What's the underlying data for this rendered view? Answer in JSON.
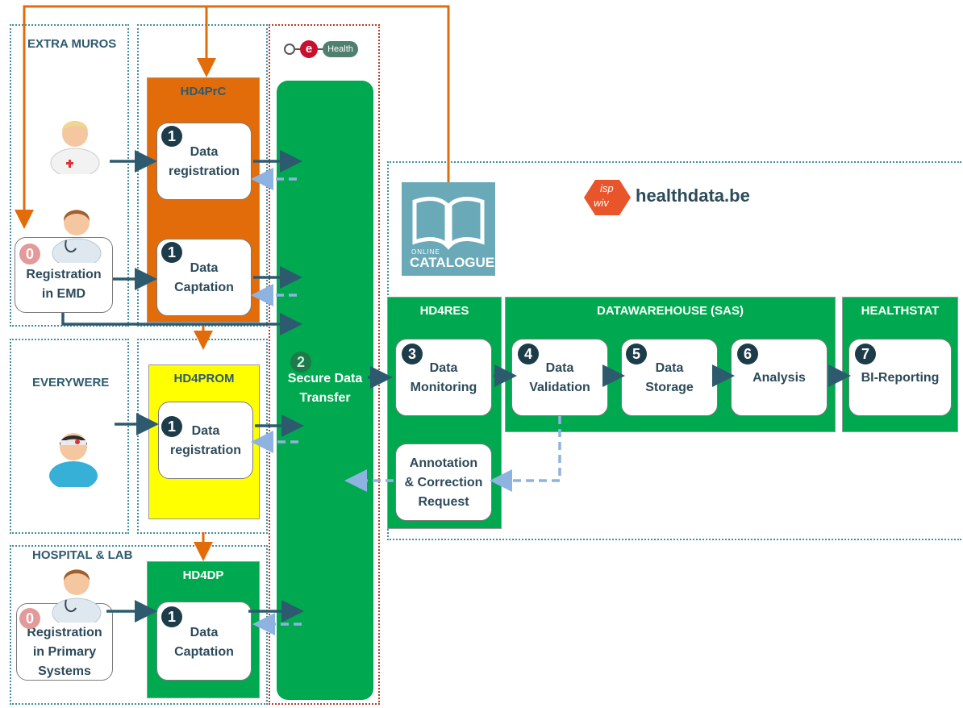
{
  "regions": {
    "extra_muros": "EXTRA MUROS",
    "everywhere": "EVERYWERE",
    "hospital_lab": "HOSPITAL & LAB"
  },
  "ehealth_logo": {
    "text": "Health",
    "badge": "e"
  },
  "healthdata": {
    "brand": "healthdata.be",
    "logo_top": "isp",
    "logo_bottom": "wiv"
  },
  "catalogue": {
    "line1": "ONLINE",
    "line2": "CATALOGUE"
  },
  "hd4prc": {
    "title": "HD4PrC",
    "box1": {
      "num": "1",
      "line1": "Data",
      "line2": "registration"
    },
    "box2": {
      "num": "1",
      "line1": "Data",
      "line2": "Captation"
    }
  },
  "registration_emd": {
    "num": "0",
    "line1": "Registration",
    "line2": "in EMD"
  },
  "hd4prom": {
    "title": "HD4PROM",
    "box1": {
      "num": "1",
      "line1": "Data",
      "line2": "registration"
    }
  },
  "hd4dp": {
    "title": "HD4DP",
    "box1": {
      "num": "1",
      "line1": "Data",
      "line2": "Captation"
    }
  },
  "registration_primary": {
    "num": "0",
    "line1": "Registration",
    "line2": "in Primary",
    "line3": "Systems"
  },
  "secure_transfer": {
    "num": "2",
    "line1": "Secure Data",
    "line2": "Transfer"
  },
  "hd4res": {
    "title": "HD4RES",
    "monitoring": {
      "num": "3",
      "line1": "Data",
      "line2": "Monitoring"
    },
    "annotation": {
      "line1": "Annotation",
      "line2": "& Correction",
      "line3": "Request"
    }
  },
  "datawarehouse": {
    "title": "DATAWAREHOUSE (SAS)",
    "validation": {
      "num": "4",
      "line1": "Data",
      "line2": "Validation"
    },
    "storage": {
      "num": "5",
      "line1": "Data",
      "line2": "Storage"
    },
    "analysis": {
      "num": "6",
      "line1": "Analysis"
    }
  },
  "healthstat": {
    "title": "HEALTHSTAT",
    "reporting": {
      "num": "7",
      "line1": "BI-Reporting"
    }
  },
  "colors": {
    "green": "#00a94f",
    "orange": "#e36c0a",
    "yellow": "#ffff00",
    "dark_arrow": "#2d5a6e",
    "light_arrow": "#8fb3e0",
    "catalogue": "#6aaab8"
  }
}
